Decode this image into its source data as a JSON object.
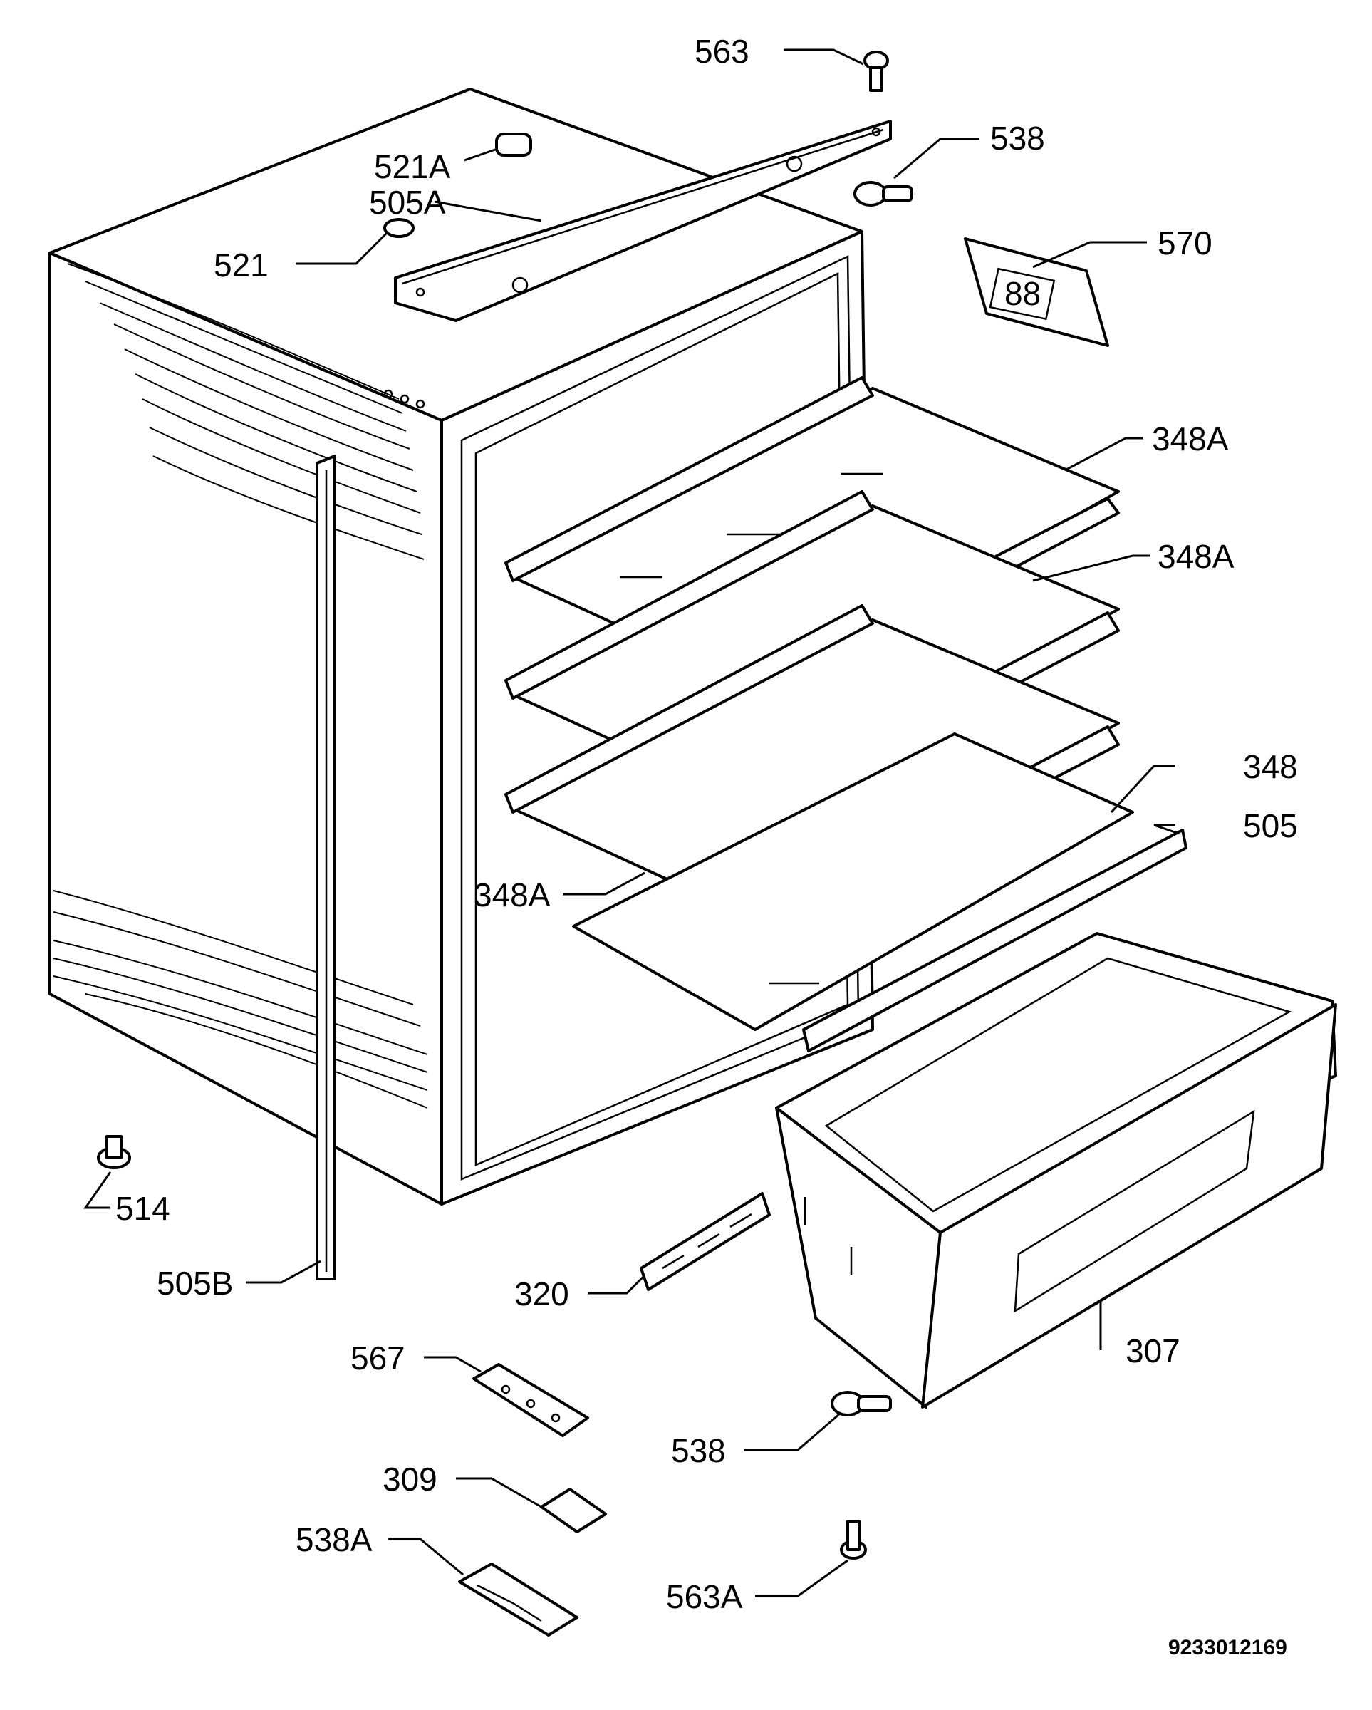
{
  "document_number": "9233012169",
  "callouts": [
    {
      "id": "563",
      "text": "563"
    },
    {
      "id": "538-top",
      "text": "538"
    },
    {
      "id": "521A",
      "text": "521A"
    },
    {
      "id": "505A",
      "text": "505A"
    },
    {
      "id": "521",
      "text": "521"
    },
    {
      "id": "570",
      "text": "570"
    },
    {
      "id": "348A-1",
      "text": "348A"
    },
    {
      "id": "348A-2",
      "text": "348A"
    },
    {
      "id": "348",
      "text": "348"
    },
    {
      "id": "505",
      "text": "505"
    },
    {
      "id": "348A-3",
      "text": "348A"
    },
    {
      "id": "514",
      "text": "514"
    },
    {
      "id": "505B",
      "text": "505B"
    },
    {
      "id": "320",
      "text": "320"
    },
    {
      "id": "307",
      "text": "307"
    },
    {
      "id": "567",
      "text": "567"
    },
    {
      "id": "538-bottom",
      "text": "538"
    },
    {
      "id": "309",
      "text": "309"
    },
    {
      "id": "538A",
      "text": "538A"
    },
    {
      "id": "563A",
      "text": "563A"
    }
  ]
}
